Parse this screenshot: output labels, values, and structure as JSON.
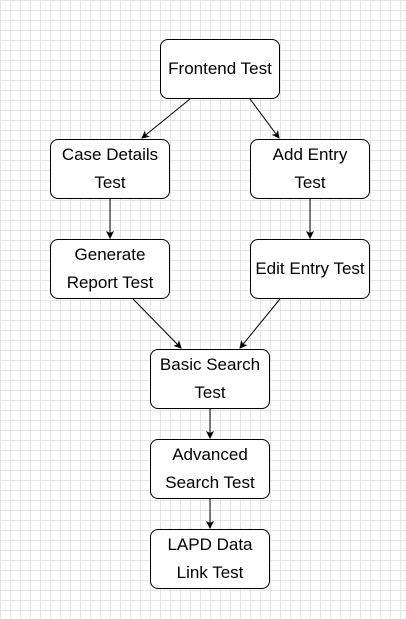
{
  "diagram": {
    "nodes": [
      {
        "id": "frontend",
        "label": "Frontend Test"
      },
      {
        "id": "case-details",
        "label": "Case Details Test"
      },
      {
        "id": "add-entry",
        "label": "Add Entry Test"
      },
      {
        "id": "generate-report",
        "label": "Generate Report Test"
      },
      {
        "id": "edit-entry",
        "label": "Edit Entry Test"
      },
      {
        "id": "basic-search",
        "label": "Basic Search Test"
      },
      {
        "id": "advanced-search",
        "label": "Advanced Search Test"
      },
      {
        "id": "lapd-data-link",
        "label": "LAPD Data Link Test"
      }
    ],
    "edges": [
      {
        "from": "frontend",
        "to": "case-details"
      },
      {
        "from": "frontend",
        "to": "add-entry"
      },
      {
        "from": "case-details",
        "to": "generate-report"
      },
      {
        "from": "add-entry",
        "to": "edit-entry"
      },
      {
        "from": "generate-report",
        "to": "basic-search"
      },
      {
        "from": "edit-entry",
        "to": "basic-search"
      },
      {
        "from": "basic-search",
        "to": "advanced-search"
      },
      {
        "from": "advanced-search",
        "to": "lapd-data-link"
      }
    ],
    "colors": {
      "stroke": "#000000",
      "fill": "#ffffff",
      "grid": "#e6e6e6"
    }
  }
}
